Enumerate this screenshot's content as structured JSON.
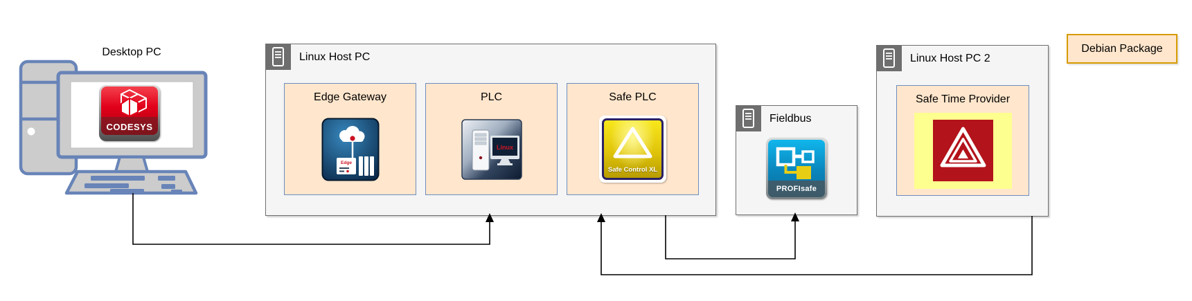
{
  "nodes": {
    "desktop_pc": {
      "label": "Desktop PC",
      "logo": "CODESYS"
    },
    "linux_host_pc": {
      "label": "Linux Host PC",
      "edge_gateway": {
        "label": "Edge Gateway",
        "badge": "Edge"
      },
      "plc": {
        "label": "PLC",
        "badge": "Linux"
      },
      "safe_plc": {
        "label": "Safe PLC",
        "badge": "Safe Control XL"
      }
    },
    "fieldbus": {
      "label": "Fieldbus",
      "badge": "PROFIsafe"
    },
    "linux_host_pc_2": {
      "label": "Linux Host PC 2",
      "safe_time_provider": {
        "label": "Safe Time Provider"
      }
    },
    "legend": {
      "label": "Debian Package"
    }
  },
  "edges": [
    {
      "from": "desktop_pc",
      "to": "linux_host_pc",
      "arrow_at": "plc"
    },
    {
      "from": "linux_host_pc",
      "to": "fieldbus",
      "arrow_at": "fieldbus"
    },
    {
      "from": "linux_host_pc_2",
      "to": "linux_host_pc",
      "arrow_at": "safe_plc"
    }
  ],
  "colors": {
    "package_fill": "#FFE6CC",
    "package_border": "#6C8EBF",
    "legend_border": "#D79B00",
    "container_fill": "#F5F5F5",
    "container_border": "#6E6E6E",
    "header_icon_bg": "#6E6E6E",
    "workstation_stroke": "#6884B8",
    "workstation_fill": "#CCCCCC",
    "codesys_red": "#E2001A",
    "profisafe_blue": "#0A85BB",
    "safe_yellow": "#F8E71C",
    "hazard_red": "#B3131B",
    "connector": "#000000"
  }
}
